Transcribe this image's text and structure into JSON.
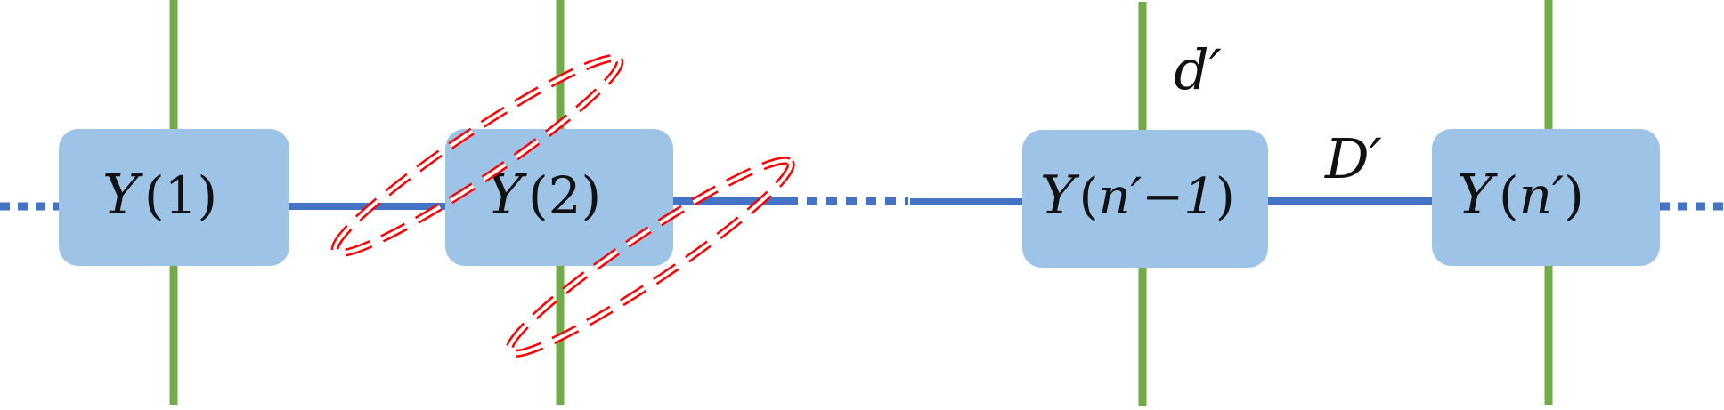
{
  "colors": {
    "bond": "#4472c4",
    "physical_leg": "#70ad47",
    "node_fill": "#9dc3e6",
    "ellipse": "#ff0000",
    "text": "#111111"
  },
  "nodes": [
    {
      "id": "node-1",
      "symbol": "Y",
      "index": "1"
    },
    {
      "id": "node-2",
      "symbol": "Y",
      "index": "2"
    },
    {
      "id": "node-n-minus-1",
      "symbol": "Y",
      "index": "n′−1"
    },
    {
      "id": "node-n",
      "symbol": "Y",
      "index": "n′"
    }
  ],
  "labels": {
    "physical_dim": "d′",
    "bond_dim": "D′"
  }
}
